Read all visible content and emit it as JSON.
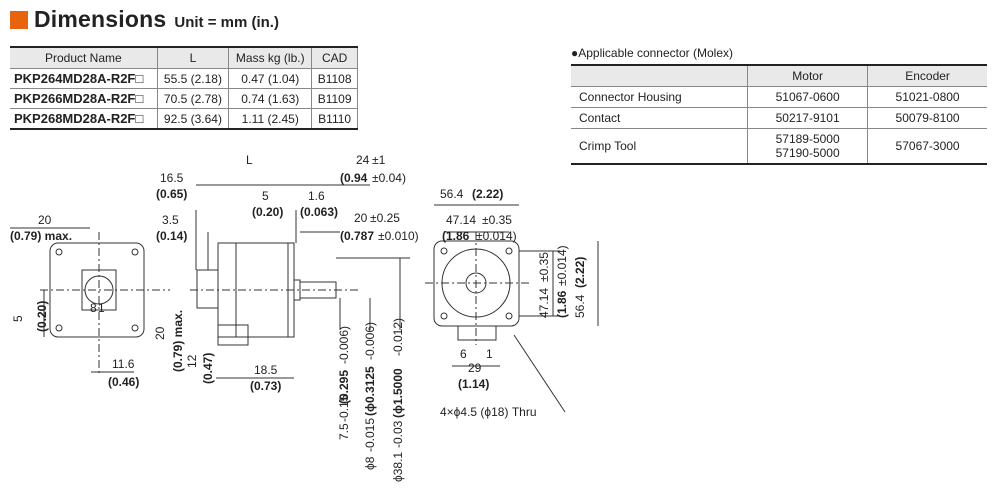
{
  "header": {
    "title": "Dimensions",
    "unit": "Unit = mm (in.)"
  },
  "spec_table": {
    "columns": [
      "Product Name",
      "L",
      "Mass kg (lb.)",
      "CAD"
    ],
    "rows": [
      [
        "PKP264MD28A-R2F□",
        "55.5 (2.18)",
        "0.47 (1.04)",
        "B1108"
      ],
      [
        "PKP266MD28A-R2F□",
        "70.5 (2.78)",
        "0.74 (1.63)",
        "B1109"
      ],
      [
        "PKP268MD28A-R2F□",
        "92.5 (3.64)",
        "1.11 (2.45)",
        "B1110"
      ]
    ]
  },
  "connector": {
    "title": "●Applicable connector (Molex)",
    "columns": [
      "",
      "Motor",
      "Encoder"
    ],
    "rows": [
      {
        "name": "Connector Housing",
        "motor": "51067-0600",
        "encoder": "51021-0800"
      },
      {
        "name": "Contact",
        "motor": "50217-9101",
        "encoder": "50079-8100"
      },
      {
        "name": "Crimp Tool",
        "motor": "57189-5000\n57190-5000",
        "encoder": "57067-3000"
      }
    ]
  },
  "drawing": {
    "back_view": {
      "d20": "20",
      "d20_in": "(0.79) max.",
      "d5": "5",
      "d5_in": "(0.20)",
      "d116": "11.6",
      "d116_in": "(0.46)",
      "pin1": "1",
      "pin8": "8"
    },
    "side_view": {
      "d165": "16.5",
      "d165_in": "(0.65)",
      "d35": "3.5",
      "d35_in": "(0.14)",
      "dL": "L",
      "d5": "5",
      "d5_in": "(0.20)",
      "d16": "1.6",
      "d16_in": "(0.063)",
      "d24": "24",
      "d24_tol": "±1",
      "d24_in": "(0.94",
      "d24_in_tol": "±0.04)",
      "d20": "20",
      "d20_tol": "±0.25",
      "d20_in": "(0.787",
      "d20_in_tol": "±0.010)",
      "d20max": "20",
      "d20max_in": "(0.79) max.",
      "d12": "12",
      "d12_in": "(0.47)",
      "d185": "18.5",
      "d185_in": "(0.73)",
      "d75": "7.5",
      "d75_tol": "-0.15",
      "d75_in": "(0.295",
      "d75_in_tol": "-0.006)",
      "d8": "ϕ8",
      "d8_tol": "-0.015",
      "d8_in": "(ϕ0.3125",
      "d8_in_tol": "-0.006)",
      "d381": "ϕ38.1",
      "d381_tol": "-0.03",
      "d381_in": "(ϕ1.5000",
      "d381_in_tol": "-0.012)"
    },
    "front_view": {
      "d564": "56.4",
      "d564_in": "(2.22)",
      "d4714": "47.14",
      "d4714_tol": "±0.35",
      "d4714_in": "(1.86",
      "d4714_in_tol": "±0.014)",
      "d29": "29",
      "d29_in": "(1.14)",
      "pin6": "6",
      "pin1": "1",
      "holes": "4×ϕ4.5 (ϕ18) Thru"
    }
  }
}
